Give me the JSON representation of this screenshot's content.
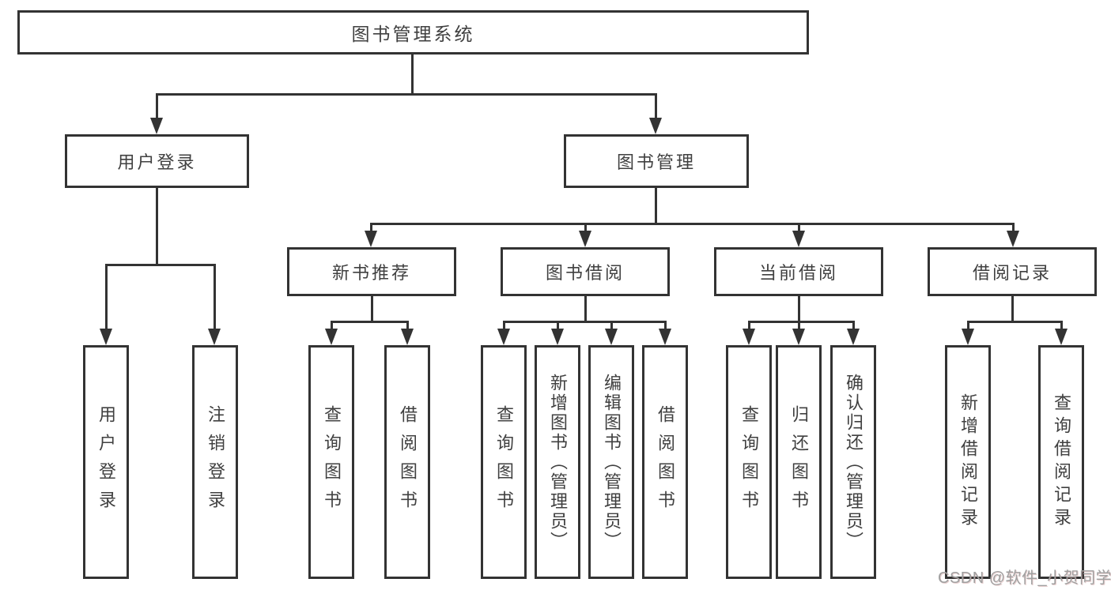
{
  "diagram": {
    "tree": {
      "label": "图书管理系统",
      "children": [
        {
          "label": "用户登录",
          "children": [
            {
              "label": "用户登录"
            },
            {
              "label": "注销登录"
            }
          ]
        },
        {
          "label": "图书管理",
          "children": [
            {
              "label": "新书推荐",
              "children": [
                {
                  "label": "查询图书"
                },
                {
                  "label": "借阅图书"
                }
              ]
            },
            {
              "label": "图书借阅",
              "children": [
                {
                  "label": "查询图书"
                },
                {
                  "label": "新增图书（管理员）"
                },
                {
                  "label": "编辑图书（管理员）"
                },
                {
                  "label": "借阅图书"
                }
              ]
            },
            {
              "label": "当前借阅",
              "children": [
                {
                  "label": "查询图书"
                },
                {
                  "label": "归还图书"
                },
                {
                  "label": "确认归还（管理员）"
                }
              ]
            },
            {
              "label": "借阅记录",
              "children": [
                {
                  "label": "新增借阅记录"
                },
                {
                  "label": "查询借阅记录"
                }
              ]
            }
          ]
        }
      ]
    },
    "colors": {
      "line": "#333333",
      "box_border": "#333333",
      "text": "#404040",
      "background": "#ffffff",
      "watermark": "#a0a0a0"
    }
  },
  "watermark": {
    "text": "CSDN @软件_小贺同学"
  }
}
